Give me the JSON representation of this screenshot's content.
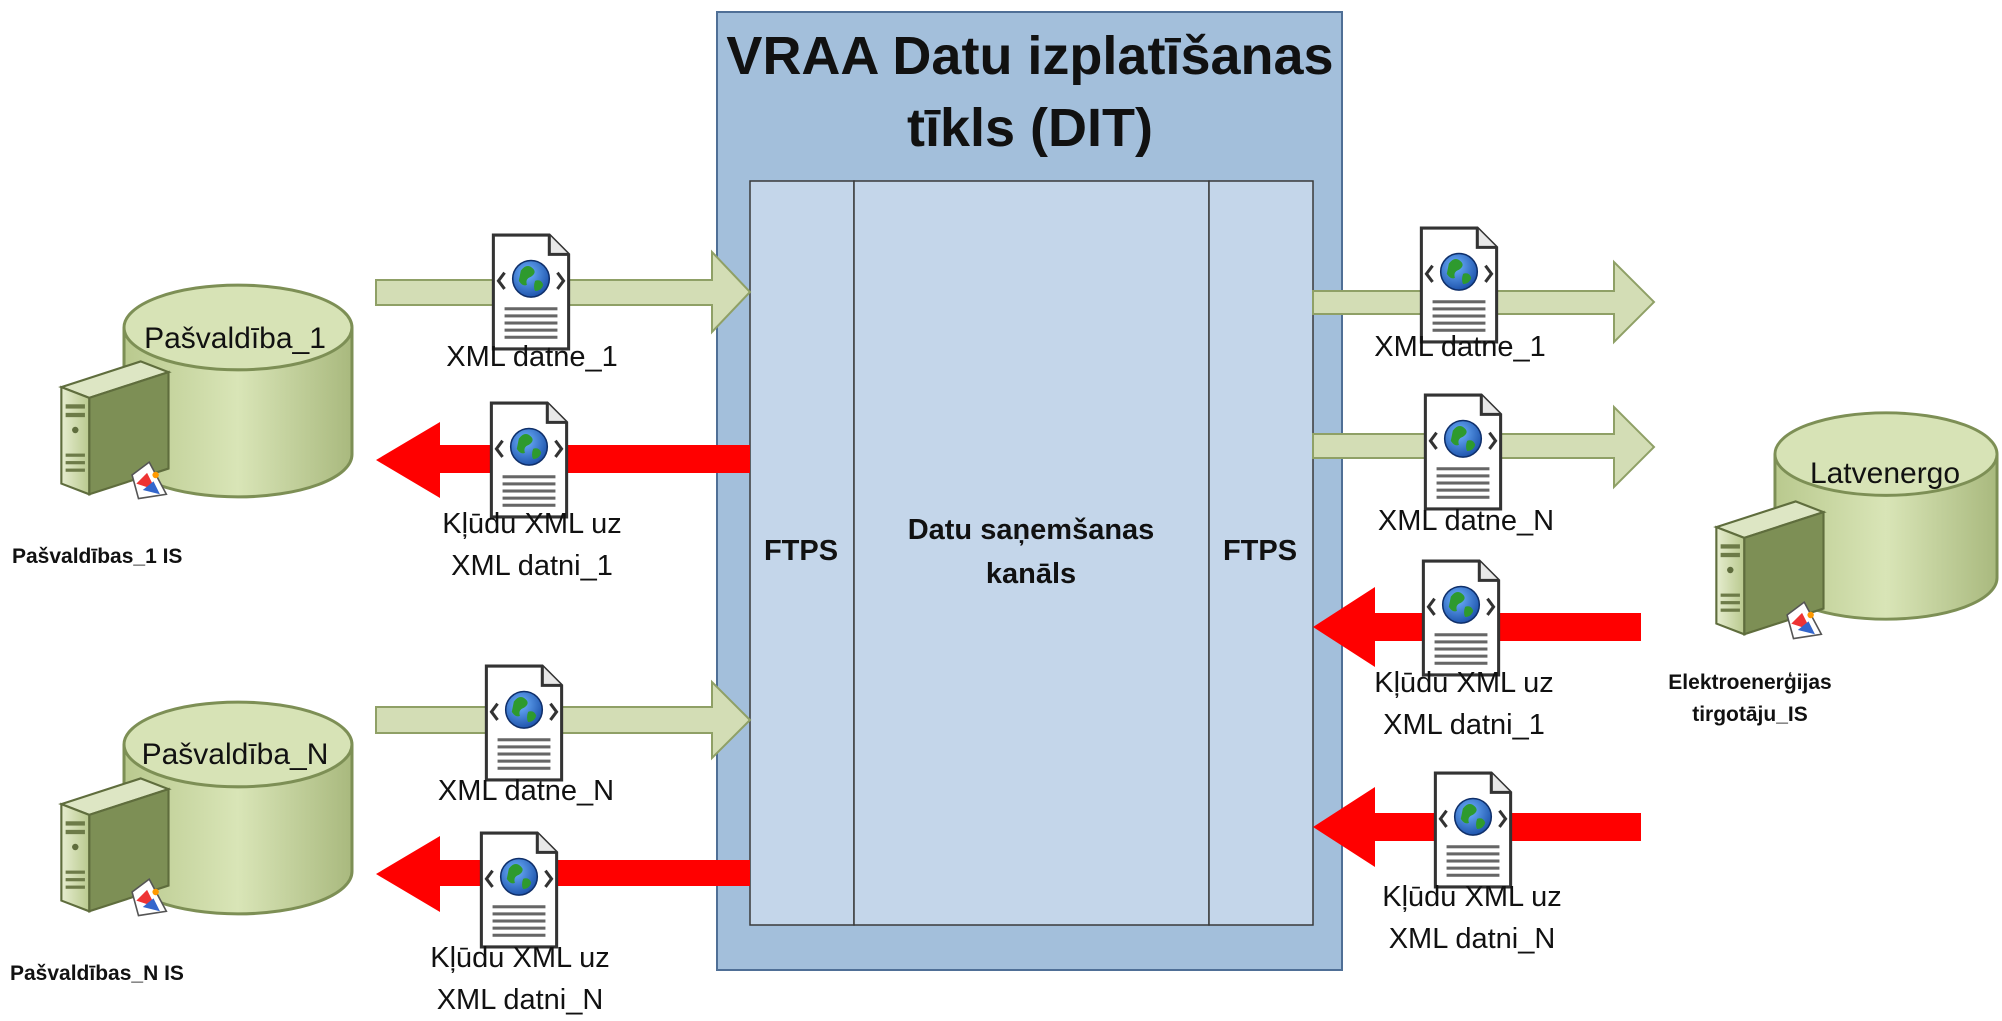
{
  "title": [
    "VRAA Datu izplatīšanas",
    "tīkls (DIT)"
  ],
  "ftps_left": "FTPS",
  "ftps_right": "FTPS",
  "channel": [
    "Datu saņemšanas",
    "kanāls"
  ],
  "left": {
    "db1_name": "Pašvaldība_1",
    "db1_system": "Pašvaldības_1 IS",
    "dbN_name": "Pašvaldība_N",
    "dbN_system": "Pašvaldības_N IS",
    "file_1_in": "XML datne_1",
    "error_1": [
      "Kļūdu XML uz",
      "XML datni_1"
    ],
    "file_N_in": "XML datne_N",
    "error_N": [
      "Kļūdu XML uz",
      "XML datni_N"
    ]
  },
  "right": {
    "db_name": "Latvenergo",
    "db_system": [
      "Elektroenerģijas",
      "tirgotāju_IS"
    ],
    "file_1_out": "XML datne_1",
    "file_N_out": "XML datne_N",
    "error_1": [
      "Kļūdu XML uz",
      "XML datni_1"
    ],
    "error_N": [
      "Kļūdu XML uz",
      "XML datni_N"
    ]
  },
  "colors": {
    "outer_box": "#a3bfdb",
    "inner_box": "#c4d6ea",
    "box_border": "#4f6f96",
    "db_fill": "#c9d8a4",
    "db_stroke": "#7d8f55",
    "data_arrow": "#d3ddb5",
    "error_arrow": "#ff0000"
  },
  "icons": [
    "xml-document-icon",
    "server-icon",
    "database-icon"
  ]
}
